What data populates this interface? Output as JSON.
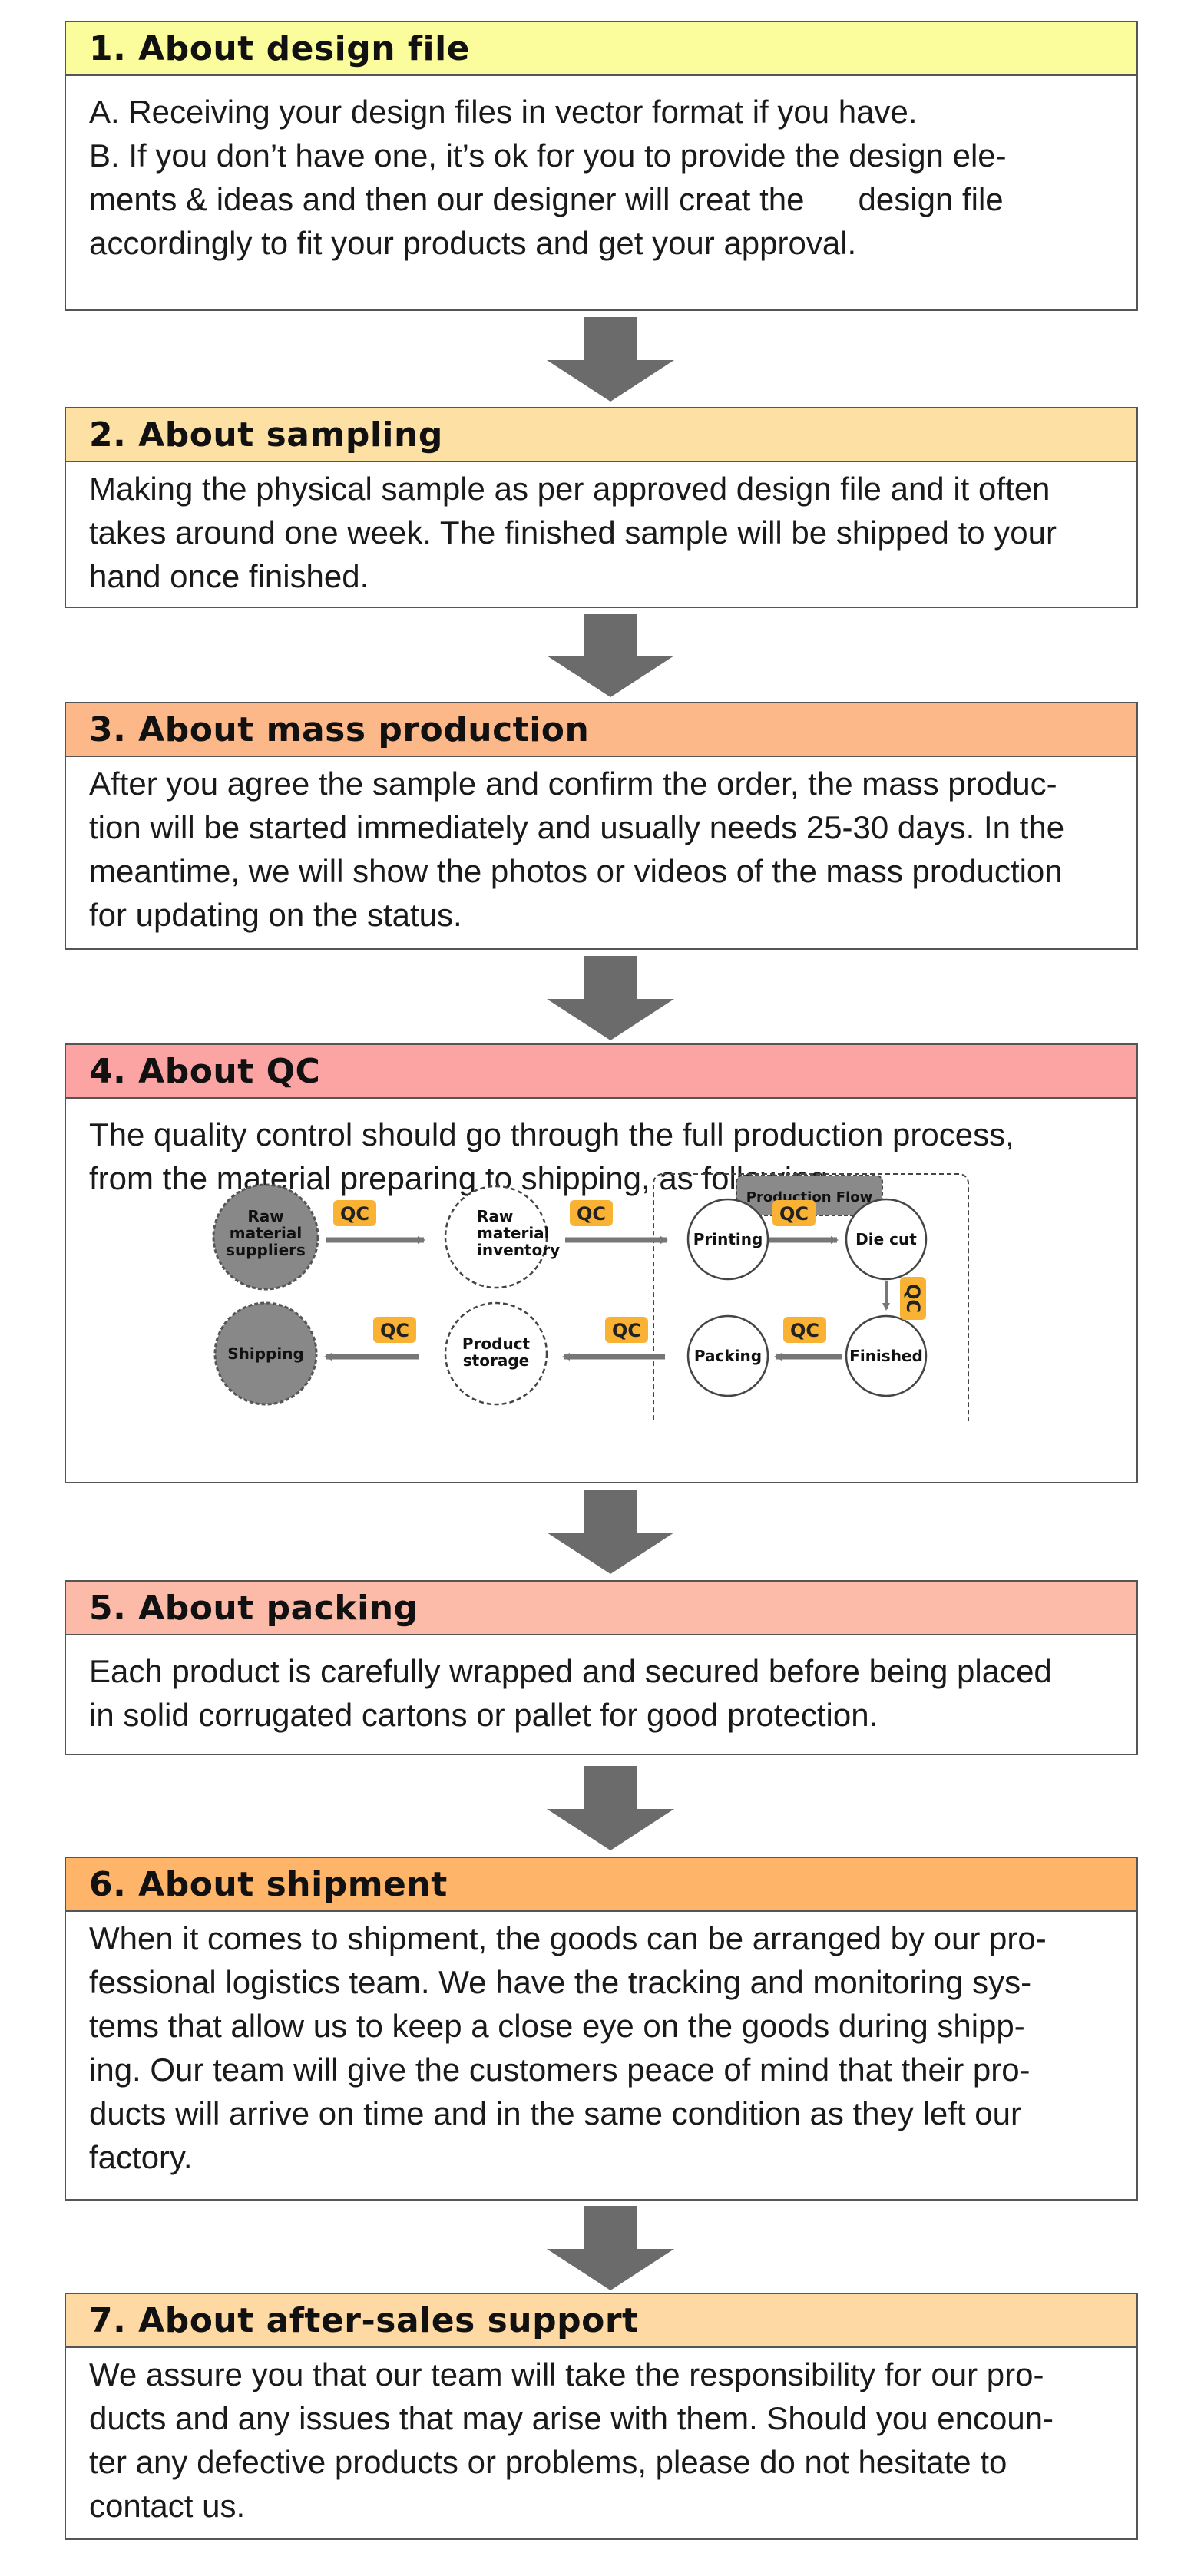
{
  "sections": [
    {
      "title": "1. About design file",
      "color": "#fbfd9c",
      "lines": [
        "A. Receiving your design files in vector format if you have.",
        "B. If you don’t have one, it’s ok for you to provide the design ele-",
        "ments & ideas and then our designer will creat the      design file",
        "accordingly to fit your products and get your approval."
      ]
    },
    {
      "title": "2. About sampling",
      "color": "#fde0a4",
      "lines": [
        "Making the physical sample as per approved design file and it often",
        "takes around one week. The finished sample will be shipped to your",
        "hand once finished."
      ]
    },
    {
      "title": "3. About mass production",
      "color": "#fdb88a",
      "lines": [
        "After you agree the sample and confirm the order, the mass produc-",
        "tion will be started immediately and usually needs 25-30 days. In the",
        "meantime, we will show the photos or videos of the mass production",
        "for updating on the status."
      ]
    },
    {
      "title": "4. About QC",
      "color": "#fca3a3",
      "lines": [
        "The quality control should go through the full production process,",
        "from the material preparing to shipping, as following."
      ]
    },
    {
      "title": "5. About packing",
      "color": "#fcbba9",
      "lines": [
        "Each product is carefully wrapped and secured before being placed",
        "in solid corrugated cartons or pallet for good protection."
      ]
    },
    {
      "title": "6. About shipment",
      "color": "#feb56a",
      "lines": [
        "When it comes to shipment, the goods can be arranged by our pro-",
        "fessional logistics team. We have the tracking and monitoring sys-",
        "tems that allow us to keep a close eye on the goods during shipp-",
        "ing. Our team will give the customers peace of mind that their pro-",
        "ducts will arrive on time and in the same condition as they left our",
        "factory."
      ]
    },
    {
      "title": "7. About after-sales support",
      "color": "#fed9a4",
      "lines": [
        "We assure you that our team will take the responsibility for our pro-",
        "ducts and any issues that may arise with them. Should you encoun-",
        "ter any defective products or problems, please do not hesitate to",
        "contact us."
      ]
    }
  ],
  "qc_flow": {
    "production_flow_label": "Production Flow",
    "qc_badge": "QC",
    "nodes": {
      "raw_suppliers": [
        "Raw",
        "material",
        "suppliers"
      ],
      "raw_inventory": [
        "Raw",
        "material",
        "inventory"
      ],
      "printing": [
        "Printing"
      ],
      "die_cut": [
        "Die cut"
      ],
      "finished": [
        "Finished"
      ],
      "packing": [
        "Packing"
      ],
      "product_storage": [
        "Product",
        "storage"
      ],
      "shipping": [
        "Shipping"
      ]
    },
    "colors": {
      "badge": "#f9b233",
      "dark_node": "#888888",
      "arrow": "#777777"
    }
  },
  "colors": {
    "flow_arrow": "#6b6b6b",
    "border": "#555555"
  }
}
